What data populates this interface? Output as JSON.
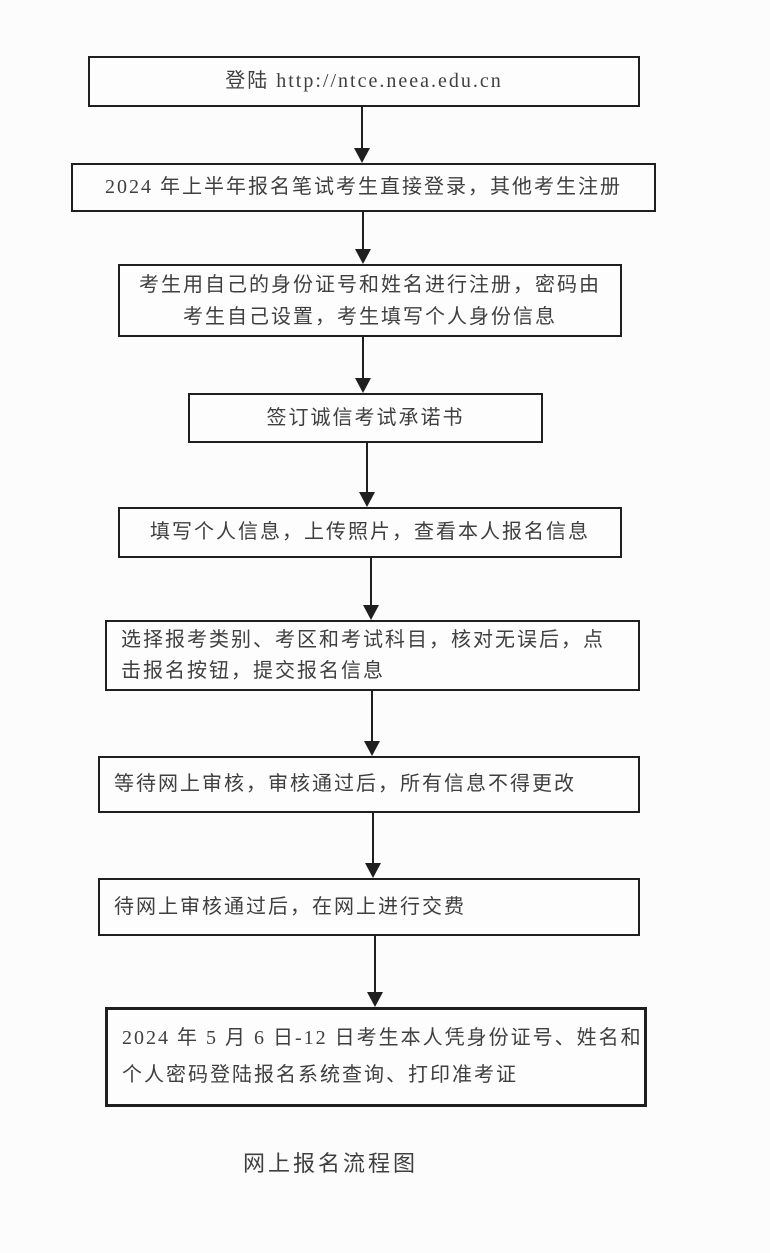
{
  "page": {
    "caption": "网上报名流程图"
  },
  "colors": {
    "background": "#fcfcfc",
    "border": "#1f1f1f",
    "text": "#3f3f3f"
  },
  "flow": {
    "steps": [
      {
        "lines": [
          "登陆 http://ntce.neea.edu.cn"
        ]
      },
      {
        "lines": [
          "2024 年上半年报名笔试考生直接登录，其他考生注册"
        ]
      },
      {
        "lines": [
          "考生用自己的身份证号和姓名进行注册，密码由",
          "考生自己设置，考生填写个人身份信息"
        ]
      },
      {
        "lines": [
          "签订诚信考试承诺书"
        ]
      },
      {
        "lines": [
          "填写个人信息，上传照片，查看本人报名信息"
        ]
      },
      {
        "lines": [
          "选择报考类别、考区和考试科目，核对无误后，点",
          "击报名按钮，提交报名信息"
        ]
      },
      {
        "lines": [
          "等待网上审核，审核通过后，所有信息不得更改"
        ]
      },
      {
        "lines": [
          "待网上审核通过后，在网上进行交费"
        ]
      },
      {
        "lines": [
          "2024 年 5 月 6 日-12 日考生本人凭身份证号、姓名和",
          "个人密码登陆报名系统查询、打印准考证"
        ]
      }
    ]
  }
}
